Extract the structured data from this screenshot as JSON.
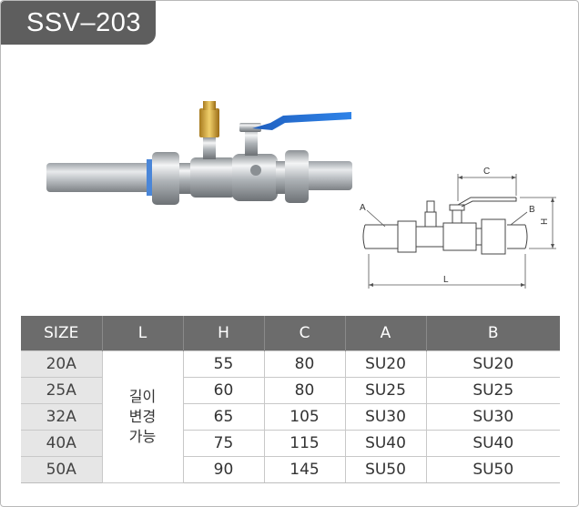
{
  "product": {
    "model": "SSV–203"
  },
  "diagram": {
    "labels": {
      "c": "C",
      "h": "H",
      "a": "A",
      "b": "B",
      "l": "L"
    }
  },
  "table": {
    "headers": [
      "SIZE",
      "L",
      "H",
      "C",
      "A",
      "B"
    ],
    "l_note": [
      "길이",
      "변경",
      "가능"
    ],
    "rows": [
      [
        "20A",
        "55",
        "80",
        "SU20",
        "SU20"
      ],
      [
        "25A",
        "60",
        "80",
        "SU25",
        "SU25"
      ],
      [
        "32A",
        "65",
        "105",
        "SU30",
        "SU30"
      ],
      [
        "40A",
        "75",
        "115",
        "SU40",
        "SU40"
      ],
      [
        "50A",
        "90",
        "145",
        "SU50",
        "SU50"
      ]
    ]
  },
  "colors": {
    "badge": "#5e5e5e",
    "header": "#6c6c6c",
    "handle": "#2a6fd6",
    "size_cell": "#e6e6e6"
  }
}
